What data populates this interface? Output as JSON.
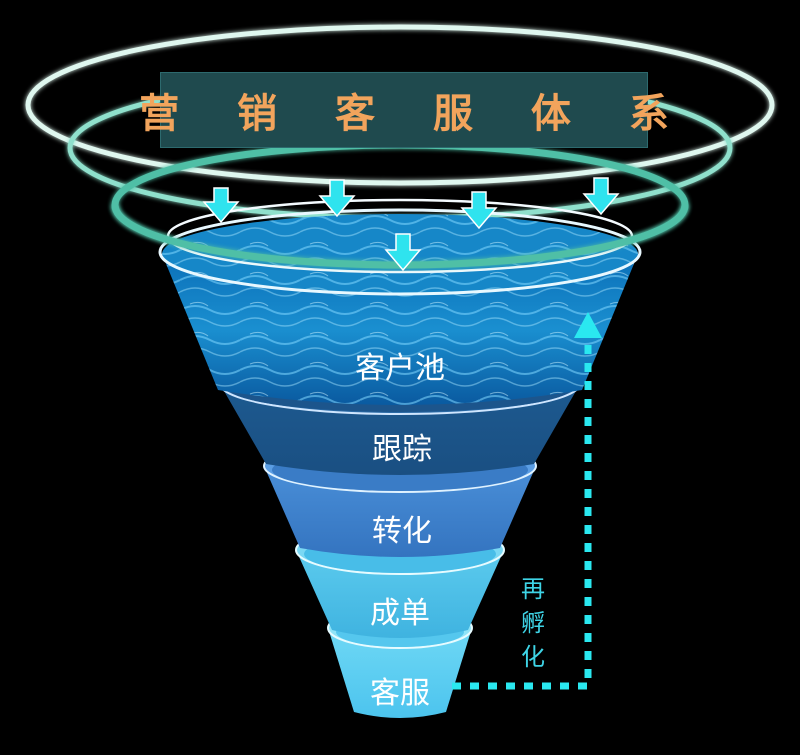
{
  "title": "营 销 客 服 体 系",
  "stages": [
    {
      "label": "客户池"
    },
    {
      "label": "跟踪"
    },
    {
      "label": "转化"
    },
    {
      "label": "成单"
    },
    {
      "label": "客服"
    }
  ],
  "loop_label": "再孵化",
  "colors": {
    "title_text": "#f2a45c",
    "title_bg": "#1f4a4e",
    "ring": "#5ec8b0",
    "ring_light": "#d8f5ee",
    "arrow": "#2fe3ee",
    "dotted_line": "#2ae8f0",
    "tier1_water": "#1a8fd0",
    "tier2": "#1f5f95",
    "tier3": "#3d82cc",
    "tier4": "#4ec2e9",
    "tier5": "#5cd0f2"
  },
  "icons": [
    "down-arrow-icon",
    "up-arrow-icon"
  ]
}
